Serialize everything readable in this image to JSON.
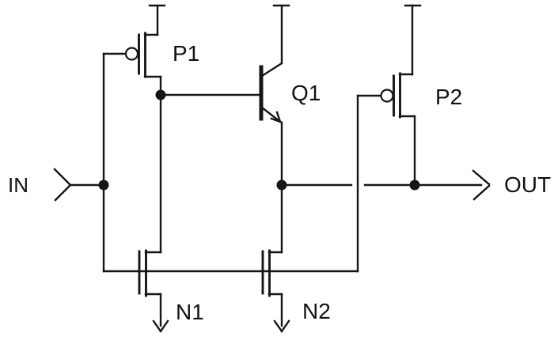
{
  "figure": {
    "kind": "circuit-schematic",
    "description": "BiCMOS buffer/inverter stage: input IN drives gates of PMOS P1, NMOS N1, NMOS N2 and PMOS P2; P1 and N1 form an inverter driving the base of NPN Q1; Q1 emitter, N2 drain and P2 drain join at the OUT node",
    "background_color": "#ffffff",
    "ink_color": "#161616"
  },
  "labels": {
    "in": "IN",
    "out": "OUT",
    "p1": "P1",
    "q1": "Q1",
    "p2": "P2",
    "n1": "N1",
    "n2": "N2"
  },
  "ports": [
    {
      "name": "IN",
      "direction": "input",
      "symbol": "open right-pointing arrowhead"
    },
    {
      "name": "OUT",
      "direction": "output",
      "symbol": "open right-pointing arrowhead"
    }
  ],
  "components": [
    {
      "ref": "P1",
      "type": "pmos-transistor",
      "gate_bubble": true,
      "top_terminal": "supply T-bar"
    },
    {
      "ref": "Q1",
      "type": "npn-bipolar-transistor",
      "top_terminal": "supply T-bar"
    },
    {
      "ref": "P2",
      "type": "pmos-transistor",
      "gate_bubble": true,
      "top_terminal": "supply T-bar"
    },
    {
      "ref": "N1",
      "type": "nmos-transistor",
      "bottom_terminal": "down arrow"
    },
    {
      "ref": "N2",
      "type": "nmos-transistor",
      "bottom_terminal": "down arrow"
    }
  ],
  "nets": [
    {
      "connects": [
        "IN port",
        "P1 gate",
        "N1 gate",
        "N2 gate",
        "P2 gate"
      ],
      "junction_dots": 1
    },
    {
      "connects": [
        "P1 drain",
        "N1 drain",
        "Q1 base"
      ],
      "junction_dots": 1
    },
    {
      "connects": [
        "Q1 emitter",
        "N2 drain",
        "P2 drain",
        "OUT port"
      ],
      "junction_dots": 2
    },
    {
      "connects": [
        "P1 source",
        "Q1 collector",
        "P2 source"
      ],
      "note": "three separate supply T-bars at top"
    },
    {
      "connects": [
        "N1 source",
        "N2 source"
      ],
      "note": "two separate down-arrows at bottom"
    }
  ],
  "crossings_without_connection": [
    "output wire passes broken under P2 gate feed line",
    "gate bus passes through N1 and N2 symbol bars"
  ]
}
